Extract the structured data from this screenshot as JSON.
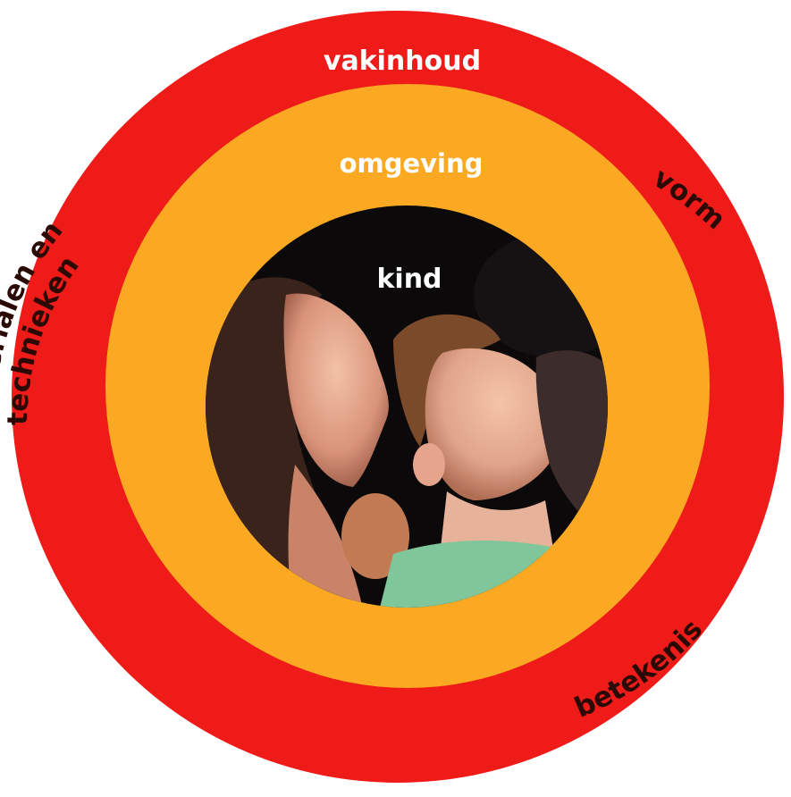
{
  "rings": {
    "outer": {
      "name": "vakinhoud",
      "color": "#ee1b19"
    },
    "middle": {
      "name": "omgeving",
      "color": "#fba923"
    },
    "inner": {
      "name": "kind",
      "photo": "photo of children looking upward"
    }
  },
  "outer_segments": {
    "left_line1": "materialen en",
    "left_line2": "technieken",
    "right": "vorm",
    "bottom": "betekenis"
  },
  "colors": {
    "text_dark": "#2b0a05",
    "text_light": "#ffffff",
    "photo_bg": "#0b0909"
  }
}
